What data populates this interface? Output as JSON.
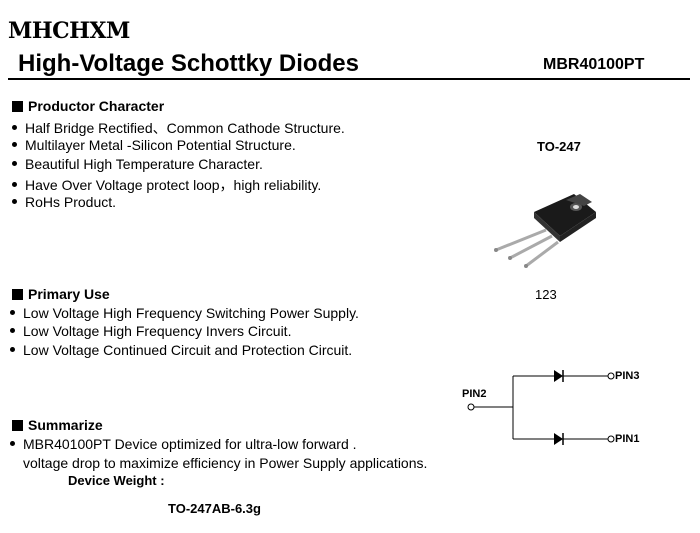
{
  "header": {
    "brand": "MHCHXM",
    "title": "High-Voltage Schottky Diodes",
    "part_number": "MBR40100PT"
  },
  "product_character": {
    "heading": "Productor Character",
    "items": [
      "Half Bridge Rectified、Common Cathode Structure.",
      "Multilayer Metal -Silicon Potential Structure.",
      "Beautiful High Temperature Character.",
      "Have Over Voltage protect loop，high  reliability.",
      "RoHs Product."
    ]
  },
  "package": {
    "name": "TO-247",
    "pin_numbers": "123"
  },
  "primary_use": {
    "heading": "Primary Use",
    "items": [
      "Low Voltage High Frequency Switching Power Supply.",
      "Low Voltage High Frequency  Invers Circuit.",
      "Low Voltage Continued  Circuit and Protection Circuit."
    ]
  },
  "schematic": {
    "pin2": "PIN2",
    "pin3": "PIN3",
    "pin1": "PIN1"
  },
  "summarize": {
    "heading": "Summarize",
    "line1": "MBR40100PT Device optimized for ultra-low forward .",
    "line2": "voltage drop to maximize efficiency in Power Supply applications.",
    "weight_label": "Device Weight :",
    "weight_value": "TO-247AB-6.3g"
  }
}
